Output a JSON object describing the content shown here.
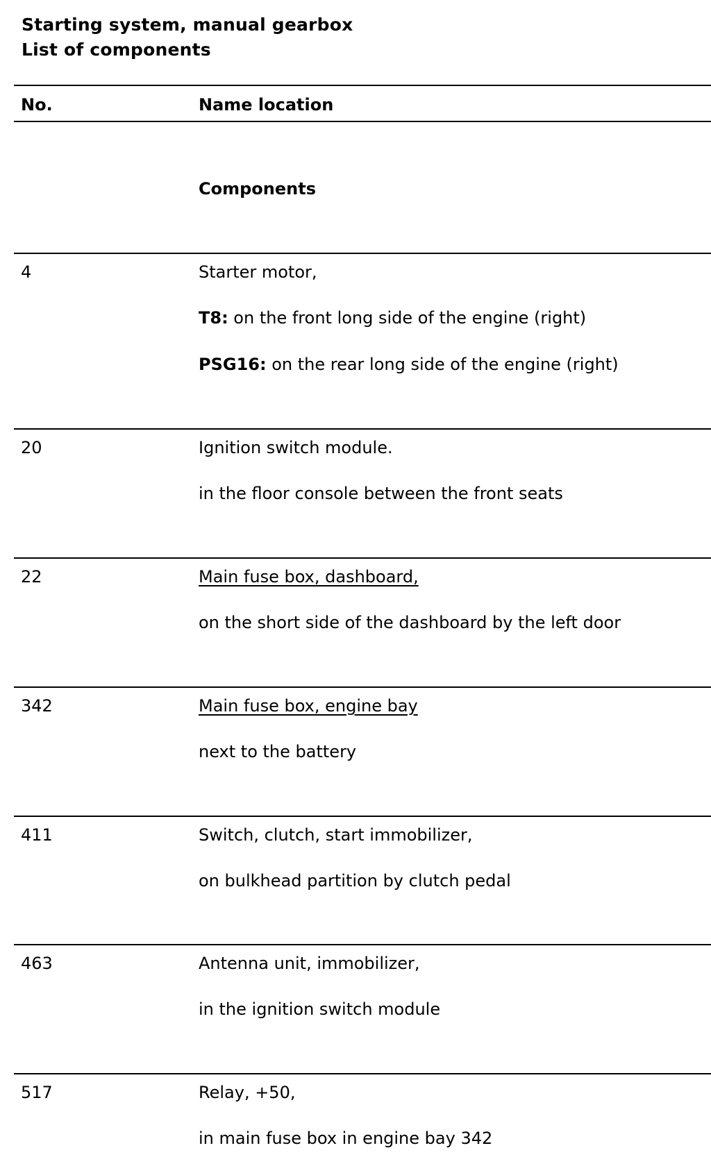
{
  "document": {
    "title_line1": "Starting system, manual gearbox",
    "title_line2": "List of components"
  },
  "table": {
    "headers": {
      "number": "No.",
      "name_location": "Name location"
    },
    "section_heading": "Components",
    "rows": [
      {
        "number": "4",
        "name": "Starter motor,",
        "locations": [
          {
            "label": "T8:",
            "text": " on the front long side of the engine (right)"
          },
          {
            "label": "PSG16:",
            "text": " on the rear long side of the engine (right)"
          }
        ]
      },
      {
        "number": "20",
        "name": "Ignition switch module.",
        "location": "in the floor console between the front seats"
      },
      {
        "number": "22",
        "name": "Main fuse box, dashboard,",
        "name_underlined": true,
        "location": "on the short side of the dashboard by the left door"
      },
      {
        "number": "342",
        "name": "Main fuse box, engine bay",
        "name_underlined": true,
        "location": "next to the battery"
      },
      {
        "number": "411",
        "name": "Switch, clutch, start immobilizer,",
        "location": "on bulkhead partition by clutch pedal"
      },
      {
        "number": "463",
        "name": "Antenna unit, immobilizer,",
        "location": "in the ignition switch module"
      },
      {
        "number": "517",
        "name": "Relay, +50,",
        "location": "in main fuse box in engine bay 342"
      }
    ]
  }
}
